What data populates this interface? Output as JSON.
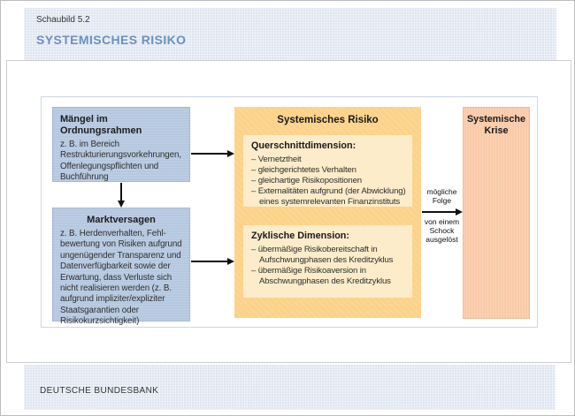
{
  "header": {
    "figure_label": "Schaubild 5.2",
    "title": "SYSTEMISCHES RISIKO"
  },
  "diagram": {
    "regulatory_box": {
      "title": "Mängel im Ordnungsrahmen",
      "body": "z. B. im Bereich Restrukturierungsvorkehrungen, Offenlegungspflichten und Buchführung"
    },
    "market_failure_box": {
      "title": "Marktversagen",
      "body": "z. B. Herdenverhalten, Fehl-bewertung von Risiken aufgrund ungenügender Transparenz und Datenverfügbarkeit sowie der Erwartung, dass Verluste sich nicht realisieren werden (z. B. aufgrund impliziter/expliziter Staatsgarantien oder Risikokurzsichtigkeit)"
    },
    "systemic_risk_box": {
      "title": "Systemisches Risiko",
      "cross_section": {
        "title": "Querschnittdimension:",
        "items": [
          "– Vernetztheit",
          "– gleichgerichtetes Verhalten",
          "– gleichartige Risikopositionen",
          "– Externalitäten aufgrund (der Abwicklung) eines systemrelevanten Finanzinstituts"
        ]
      },
      "cyclical": {
        "title": "Zyklische Dimension:",
        "items": [
          "– übermäßige Risikobereitschaft in Aufschwungphasen des Kreditzyklus",
          "– übermäßige Risikoaversion in Abschwungphasen des Kreditzyklus"
        ]
      }
    },
    "crisis_box": {
      "title": "Systemische Krise"
    },
    "shock_arrow": {
      "label_above": "mögliche Folge",
      "label_below": "von einem Schock ausgelöst"
    }
  },
  "footer": {
    "brand": "DEUTSCHE BUNDESBANK"
  },
  "colors": {
    "band_background": "#dde4f0",
    "title_blue": "#6b90c0",
    "box_blue": "#b5c8e0",
    "box_yellow": "#fcd288",
    "box_cream": "#fdecca",
    "box_salmon": "#f9c9a7"
  }
}
